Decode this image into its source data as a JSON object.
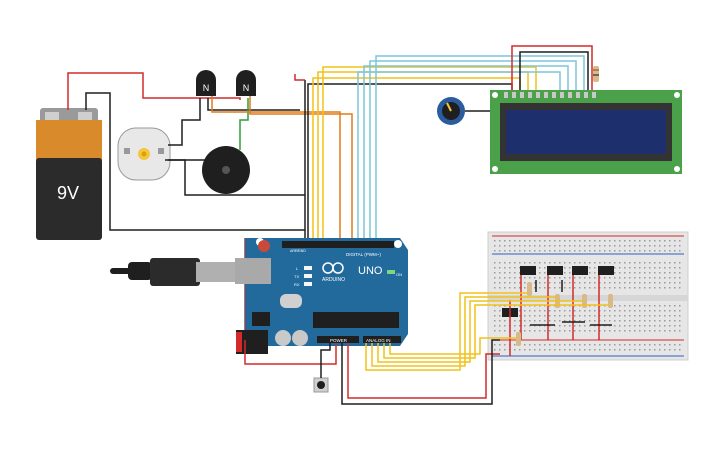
{
  "battery": {
    "label": "9V"
  },
  "transistors": [
    {
      "label": "N"
    },
    {
      "label": "N"
    }
  ],
  "arduino": {
    "model": "UNO",
    "brand": "ARDUINO",
    "digital_header": "DIGITAL (PWM~)",
    "power_label": "POWER",
    "analog_label": "ANALOG IN",
    "led_labels": [
      "L",
      "TX",
      "RX"
    ],
    "on_label": "ON",
    "aref_label": "AREF",
    "gnd_label": "GND"
  },
  "colors": {
    "wire_red": "#d42a2a",
    "wire_black": "#1f1f1f",
    "wire_yellow": "#f2c21a",
    "wire_blue": "#7cc6dc",
    "wire_orange": "#e07b1a",
    "wire_green": "#2f9e3a",
    "board_blue": "#22699c",
    "lcd_green": "#4aa14a",
    "lcd_screen": "#1e2f6e",
    "battery_orange": "#d98a2b",
    "battery_body": "#2b2b2b"
  }
}
